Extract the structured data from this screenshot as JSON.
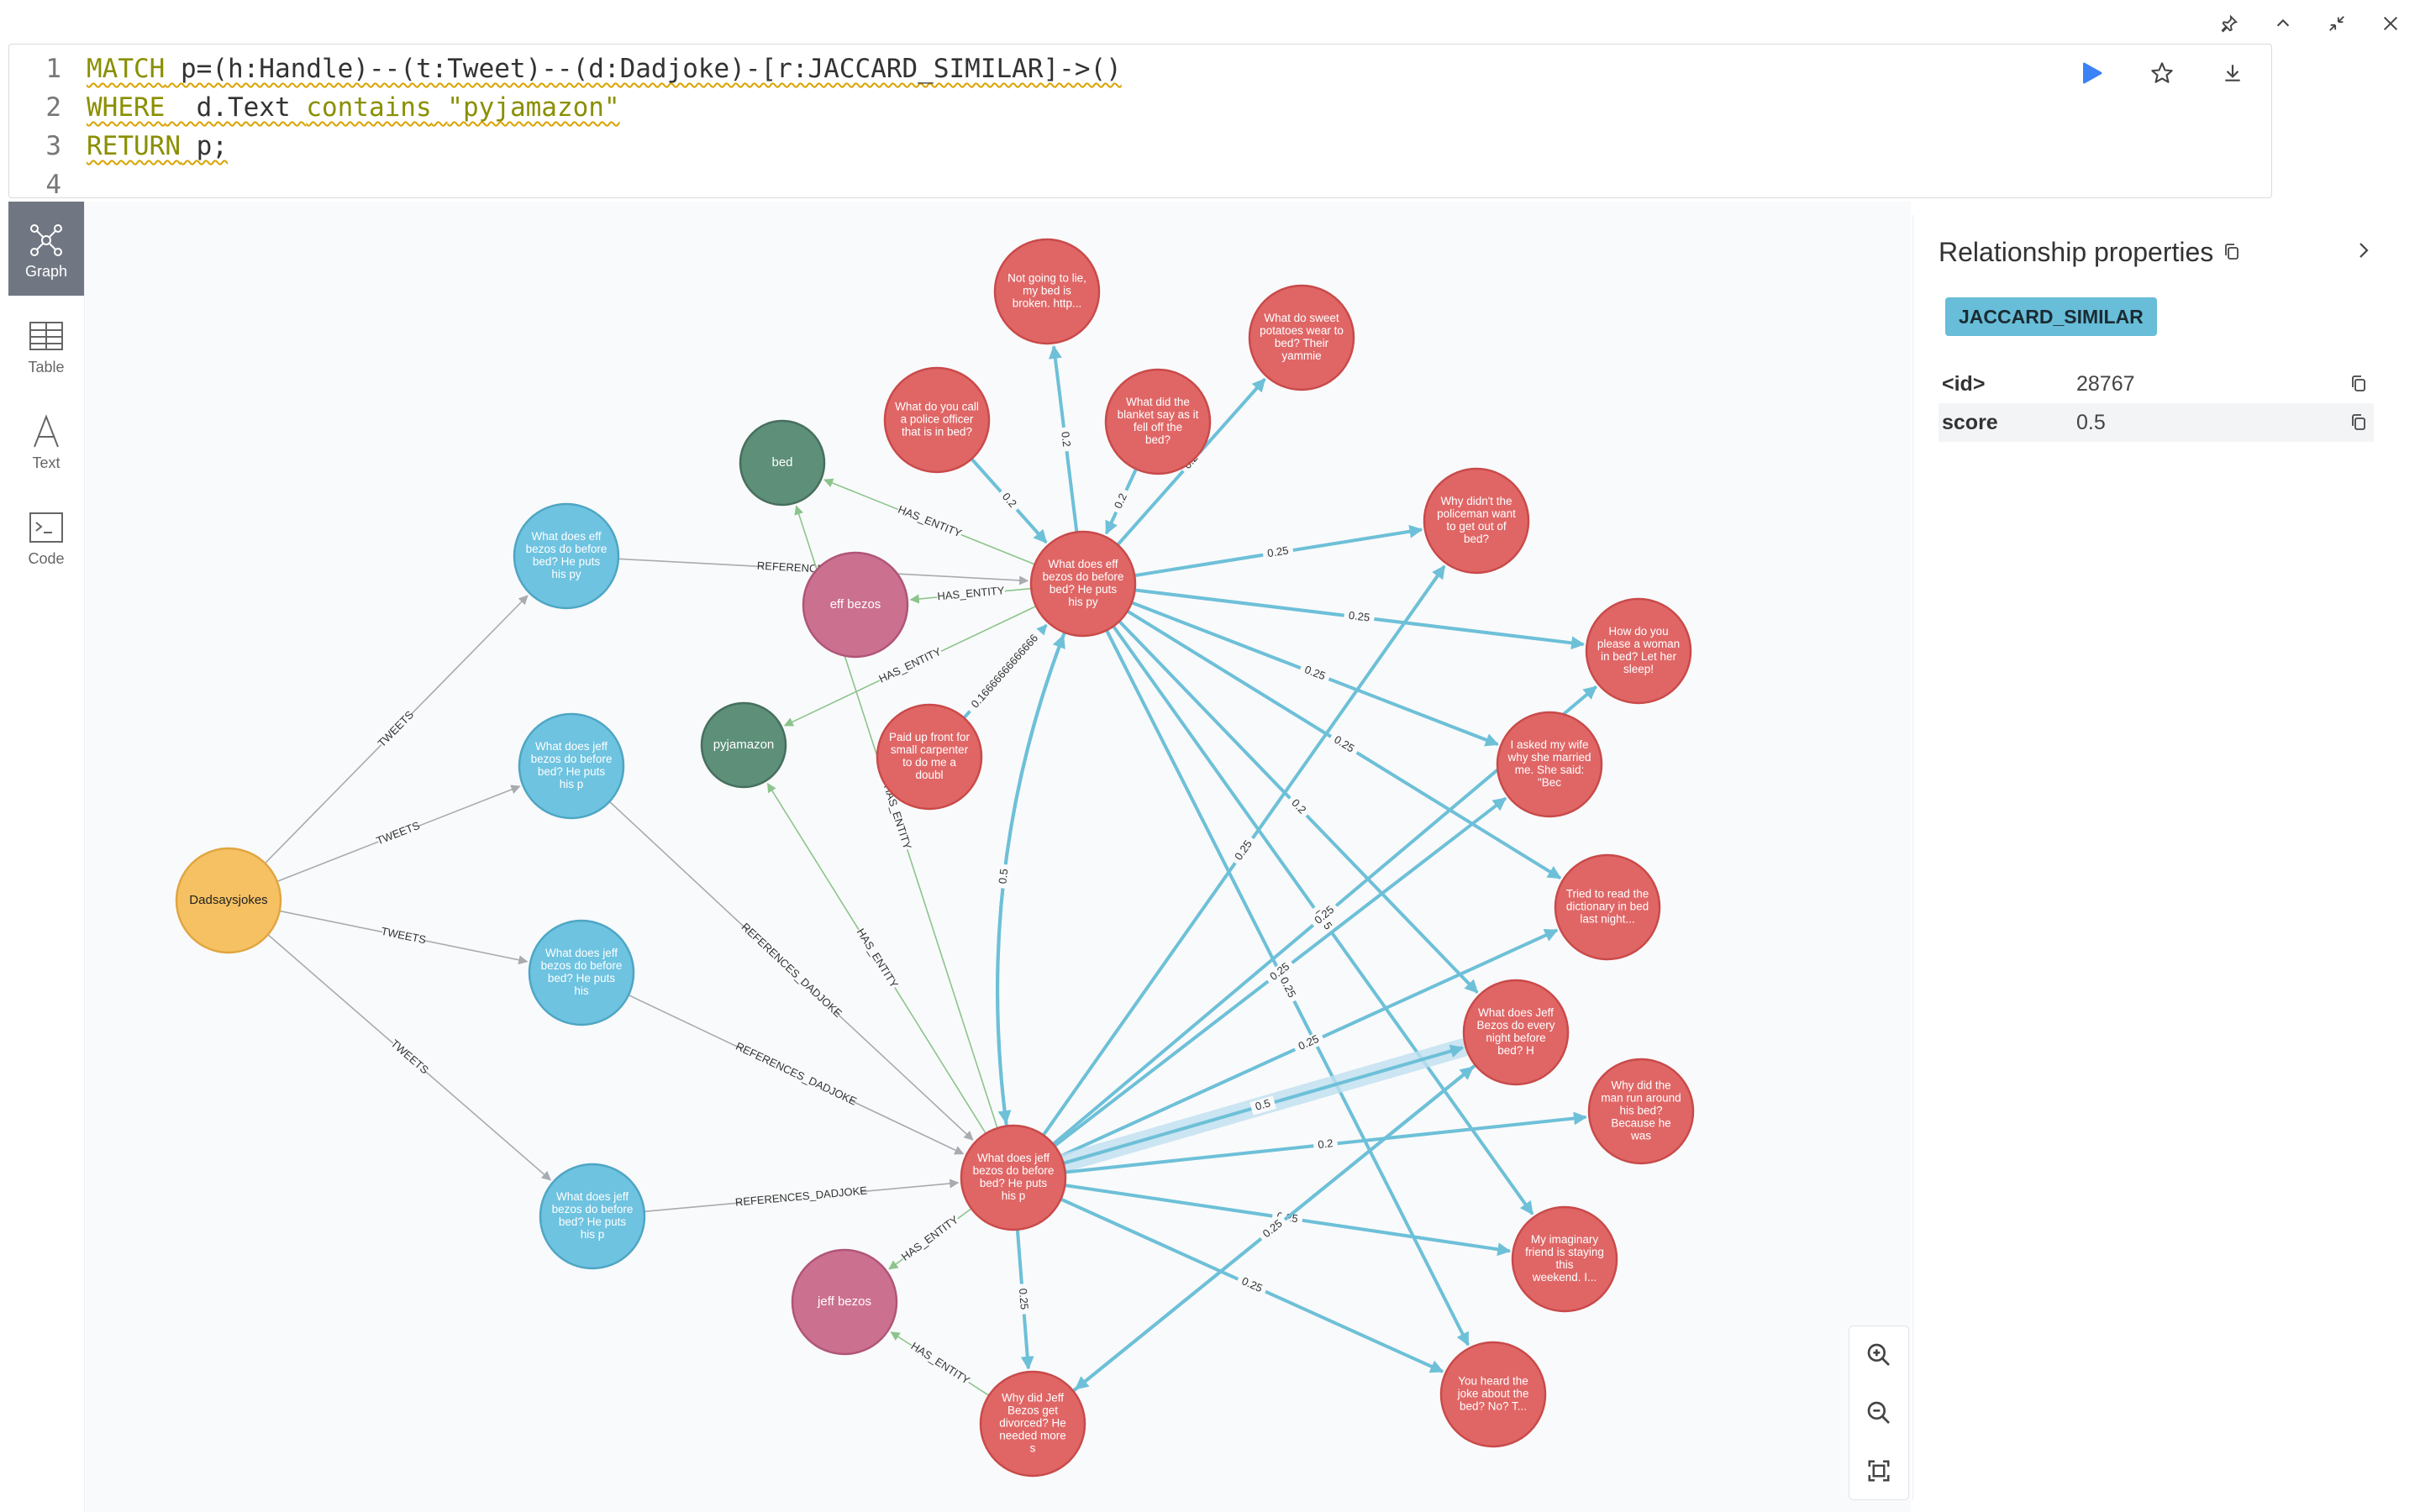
{
  "editor": {
    "lines": [
      {
        "num": "1",
        "parts": [
          {
            "t": "MATCH",
            "c": "kw"
          },
          {
            "t": " p=(h:Handle)--(t:Tweet)--(d:Dadjoke)-[r:JACCARD_SIMILAR]->()",
            "c": "plain"
          }
        ]
      },
      {
        "num": "2",
        "parts": [
          {
            "t": "WHERE",
            "c": "kw"
          },
          {
            "t": "  d.Text ",
            "c": "plain"
          },
          {
            "t": "contains",
            "c": "kw"
          },
          {
            "t": " ",
            "c": "plain"
          },
          {
            "t": "\"pyjamazon\"",
            "c": "str"
          }
        ]
      },
      {
        "num": "3",
        "parts": [
          {
            "t": "RETURN",
            "c": "kw"
          },
          {
            "t": " p;",
            "c": "plain"
          }
        ]
      },
      {
        "num": "4",
        "parts": []
      }
    ]
  },
  "sidebar": {
    "items": [
      {
        "label": "Graph",
        "icon": "graph-icon",
        "active": true
      },
      {
        "label": "Table",
        "icon": "table-icon",
        "active": false
      },
      {
        "label": "Text",
        "icon": "text-icon",
        "active": false
      },
      {
        "label": "Code",
        "icon": "code-icon",
        "active": false
      }
    ]
  },
  "panel": {
    "title": "Relationship properties",
    "rel_type": "JACCARD_SIMILAR",
    "properties": [
      {
        "key": "<id>",
        "value": "28767"
      },
      {
        "key": "score",
        "value": "0.5"
      }
    ]
  },
  "colors": {
    "handle": "#f6c163",
    "tweet": "#6ec3e0",
    "dadjoke": "#e06666",
    "entity_person": "#cc7090",
    "entity_other": "#5d8f79",
    "similar_edge": "#6dc0d8",
    "highlight": "#bfe0f0",
    "run": "#3b82f6"
  },
  "graph": {
    "nodes": [
      {
        "id": "handle",
        "label": [
          "Dadsaysjokes"
        ],
        "kind": "handle"
      },
      {
        "id": "t1",
        "label": [
          "What does eff",
          "bezos do before",
          "bed? He puts",
          "his py"
        ],
        "kind": "tweet"
      },
      {
        "id": "t2",
        "label": [
          "What does jeff",
          "bezos do before",
          "bed? He puts",
          "his p"
        ],
        "kind": "tweet"
      },
      {
        "id": "t3",
        "label": [
          "What does jeff",
          "bezos do before",
          "bed? He puts",
          "his"
        ],
        "kind": "tweet"
      },
      {
        "id": "t4",
        "label": [
          "What does jeff",
          "bezos do before",
          "bed? He puts",
          "his p"
        ],
        "kind": "tweet"
      },
      {
        "id": "bed",
        "label": [
          "bed"
        ],
        "kind": "entity_other"
      },
      {
        "id": "effb",
        "label": [
          "eff bezos"
        ],
        "kind": "entity_person"
      },
      {
        "id": "pyja",
        "label": [
          "pyjamazon"
        ],
        "kind": "entity_other"
      },
      {
        "id": "jeffb",
        "label": [
          "jeff bezos"
        ],
        "kind": "entity_person"
      },
      {
        "id": "d1",
        "label": [
          "What does eff",
          "bezos do before",
          "bed? He puts",
          "his py"
        ],
        "kind": "dadjoke"
      },
      {
        "id": "d2",
        "label": [
          "What does jeff",
          "bezos do before",
          "bed? He puts",
          "his p"
        ],
        "kind": "dadjoke"
      },
      {
        "id": "j1",
        "label": [
          "Not going to lie,",
          "my bed is",
          "broken. http..."
        ],
        "kind": "dadjoke"
      },
      {
        "id": "j2",
        "label": [
          "What do sweet",
          "potatoes wear to",
          "bed? Their",
          "yammie"
        ],
        "kind": "dadjoke"
      },
      {
        "id": "j3",
        "label": [
          "What do you call",
          "a police officer",
          "that is in bed?"
        ],
        "kind": "dadjoke"
      },
      {
        "id": "j4",
        "label": [
          "What did the",
          "blanket say as it",
          "fell off the",
          "bed?"
        ],
        "kind": "dadjoke"
      },
      {
        "id": "j5",
        "label": [
          "Why didn't the",
          "policeman want",
          "to get out of",
          "bed?"
        ],
        "kind": "dadjoke"
      },
      {
        "id": "j6",
        "label": [
          "How do you",
          "please a woman",
          "in bed? Let her",
          "sleep!"
        ],
        "kind": "dadjoke"
      },
      {
        "id": "j7",
        "label": [
          "I asked my wife",
          "why she married",
          "me. She said:",
          "\"Bec"
        ],
        "kind": "dadjoke"
      },
      {
        "id": "j8",
        "label": [
          "Tried to read the",
          "dictionary in bed",
          "last night..."
        ],
        "kind": "dadjoke"
      },
      {
        "id": "j9",
        "label": [
          "What does Jeff",
          "Bezos do every",
          "night before",
          "bed? H"
        ],
        "kind": "dadjoke"
      },
      {
        "id": "j10",
        "label": [
          "Why did the",
          "man run around",
          "his bed?",
          "Because he",
          "was"
        ],
        "kind": "dadjoke"
      },
      {
        "id": "j11",
        "label": [
          "My imaginary",
          "friend is staying",
          "this",
          "weekend. I..."
        ],
        "kind": "dadjoke"
      },
      {
        "id": "j12",
        "label": [
          "You heard the",
          "joke about the",
          "bed? No? T..."
        ],
        "kind": "dadjoke"
      },
      {
        "id": "j13",
        "label": [
          "Why did Jeff",
          "Bezos get",
          "divorced? He",
          "needed more",
          "s"
        ],
        "kind": "dadjoke"
      },
      {
        "id": "j14",
        "label": [
          "Paid up front for",
          "small carpenter",
          "to do me a",
          "doubl"
        ],
        "kind": "dadjoke"
      }
    ],
    "edges": [
      {
        "from": "handle",
        "to": "t1",
        "label": "TWEETS",
        "kind": "rel"
      },
      {
        "from": "handle",
        "to": "t2",
        "label": "TWEETS",
        "kind": "rel"
      },
      {
        "from": "handle",
        "to": "t3",
        "label": "TWEETS",
        "kind": "rel"
      },
      {
        "from": "handle",
        "to": "t4",
        "label": "TWEETS",
        "kind": "rel"
      },
      {
        "from": "t1",
        "to": "d1",
        "label": "REFERENCES_DADJOKE",
        "kind": "rel"
      },
      {
        "from": "t2",
        "to": "d2",
        "label": "REFERENCES_DADJOKE",
        "kind": "rel"
      },
      {
        "from": "t3",
        "to": "d2",
        "label": "REFERENCES_DADJOKE",
        "kind": "rel"
      },
      {
        "from": "t4",
        "to": "d2",
        "label": "REFERENCES_DADJOKE",
        "kind": "rel"
      },
      {
        "from": "d1",
        "to": "bed",
        "label": "HAS_ENTITY",
        "kind": "entity"
      },
      {
        "from": "d1",
        "to": "effb",
        "label": "HAS_ENTITY",
        "kind": "entity"
      },
      {
        "from": "d1",
        "to": "pyja",
        "label": "HAS_ENTITY",
        "kind": "entity"
      },
      {
        "from": "d2",
        "to": "pyja",
        "label": "HAS_ENTITY",
        "kind": "entity"
      },
      {
        "from": "d2",
        "to": "bed",
        "label": "HAS_ENTITY",
        "kind": "entity"
      },
      {
        "from": "d2",
        "to": "jeffb",
        "label": "HAS_ENTITY",
        "kind": "entity"
      },
      {
        "from": "j13",
        "to": "jeffb",
        "label": "HAS_ENTITY",
        "kind": "entity"
      },
      {
        "from": "d1",
        "to": "j1",
        "label": "0.2",
        "kind": "sim"
      },
      {
        "from": "d1",
        "to": "j2",
        "label": "0.2",
        "kind": "sim"
      },
      {
        "from": "j3",
        "to": "d1",
        "label": "0.2",
        "kind": "sim"
      },
      {
        "from": "j4",
        "to": "d1",
        "label": "0.2",
        "kind": "sim"
      },
      {
        "from": "d1",
        "to": "j5",
        "label": "0.25",
        "kind": "sim"
      },
      {
        "from": "d1",
        "to": "j6",
        "label": "0.25",
        "kind": "sim"
      },
      {
        "from": "d1",
        "to": "j7",
        "label": "0.25",
        "kind": "sim"
      },
      {
        "from": "d1",
        "to": "j8",
        "label": "0.25",
        "kind": "sim"
      },
      {
        "from": "d1",
        "to": "j9",
        "label": "0.2",
        "kind": "sim"
      },
      {
        "from": "d1",
        "to": "j11",
        "label": "0.25",
        "kind": "sim"
      },
      {
        "from": "d1",
        "to": "j12",
        "label": "0.25",
        "kind": "sim"
      },
      {
        "from": "d1",
        "to": "d2",
        "label": "0.5",
        "kind": "sim",
        "curve": -1
      },
      {
        "from": "d2",
        "to": "d1",
        "label": "0.5",
        "kind": "sim",
        "curve": -1
      },
      {
        "from": "j14",
        "to": "d1",
        "label": "0.16666666666666",
        "kind": "sim"
      },
      {
        "from": "d2",
        "to": "j5",
        "label": "0.25",
        "kind": "sim"
      },
      {
        "from": "d2",
        "to": "j6",
        "label": "0.25",
        "kind": "sim"
      },
      {
        "from": "d2",
        "to": "j7",
        "label": "0.25",
        "kind": "sim"
      },
      {
        "from": "d2",
        "to": "j8",
        "label": "0.25",
        "kind": "sim"
      },
      {
        "from": "d2",
        "to": "j9",
        "label": "0.5",
        "kind": "sim",
        "selected": true
      },
      {
        "from": "d2",
        "to": "j10",
        "label": "0.2",
        "kind": "sim"
      },
      {
        "from": "d2",
        "to": "j11",
        "label": "0.25",
        "kind": "sim"
      },
      {
        "from": "d2",
        "to": "j12",
        "label": "0.25",
        "kind": "sim"
      },
      {
        "from": "d2",
        "to": "j13",
        "label": "0.25",
        "kind": "sim"
      },
      {
        "from": "j9",
        "to": "j13",
        "label": "0.25",
        "kind": "sim"
      },
      {
        "from": "j13",
        "to": "j9",
        "label": "0.25",
        "kind": "sim"
      }
    ]
  }
}
